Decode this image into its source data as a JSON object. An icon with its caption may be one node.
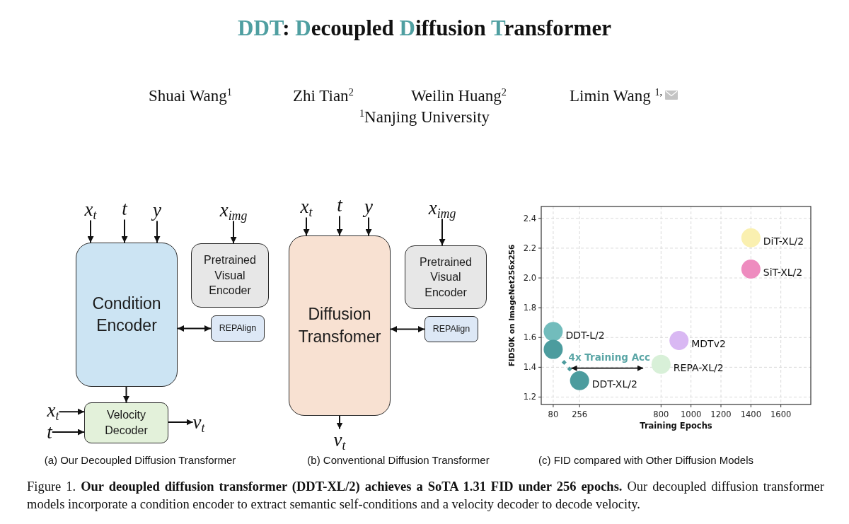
{
  "diagram": {
    "title": "DDT: Decoupled Diffusion Transformer",
    "caption": "Figure 1. **Our deoupled diffusion transformer (DDT-XL/2) achieves a SoTA 1.31 FID under 256 epochs.** Our decoupled diffusion transformer models incorporate a condition encoder to extract semantic self-conditions and a velocity decoder to decode velocity.",
    "nodes": [
      {
        "text": [
          "x$_{t}$"
        ]
      },
      {
        "text": [
          "t"
        ]
      },
      {
        "text": [
          "y"
        ]
      },
      {
        "text": [
          "x$_{img}$"
        ]
      },
      {
        "text": [
          "Condition Encoder"
        ]
      },
      {
        "text": [
          "Pretrained Visual Encoder"
        ]
      },
      {
        "text": [
          "REPAlign"
        ]
      },
      {
        "text": [
          "x$_{t}$"
        ]
      },
      {
        "text": [
          "t"
        ]
      },
      {
        "text": [
          "Velocity Decoder"
        ]
      },
      {
        "text": [
          "v$_{t}$"
        ]
      },
      {
        "text": [
          "x$_{t}$"
        ]
      },
      {
        "text": [
          "t"
        ]
      },
      {
        "text": [
          "y"
        ]
      },
      {
        "text": [
          "x$_{img}$"
        ]
      },
      {
        "text": [
          "Diffusion Transfomer"
        ]
      },
      {
        "text": [
          "Pretrained Visual Encoder"
        ]
      },
      {
        "text": [
          "REPAlign"
        ]
      },
      {
        "text": [
          "v$_{t}$"
        ]
      }
    ],
    "edges": [
      {
        "from": 0,
        "to": 4,
        "arrow": "to"
      },
      {
        "from": 1,
        "to": 4,
        "arrow": "to"
      },
      {
        "from": 2,
        "to": 4,
        "arrow": "to"
      },
      {
        "from": 3,
        "to": 5,
        "arrow": "to"
      },
      {
        "from": 4,
        "to": 6,
        "arrow": "both"
      },
      {
        "from": 4,
        "to": 9,
        "arrow": "to"
      },
      {
        "from": 7,
        "to": 9,
        "arrow": "to"
      },
      {
        "from": 8,
        "to": 9,
        "arrow": "to"
      },
      {
        "from": 9,
        "to": 10,
        "arrow": "to"
      },
      {
        "from": 11,
        "to": 15,
        "arrow": "to"
      },
      {
        "from": 12,
        "to": 15,
        "arrow": "to"
      },
      {
        "from": 13,
        "to": 15,
        "arrow": "to"
      },
      {
        "from": 14,
        "to": 16,
        "arrow": "to"
      },
      {
        "from": 15,
        "to": 17,
        "arrow": "both"
      },
      {
        "from": 15,
        "to": 18,
        "arrow": "to"
      }
    ],
    "labels": [
      "Shuai Wang$^{1}$",
      "Zhi Tian$^{2}$",
      "Weilin Huang$^{2}$",
      "Limin Wang $^{1,}$",
      "$^{1}$Nanjing University",
      "(a) Our Decoupled Diffusion Transformer",
      "(b) Conventional Diffusion Transformer",
      "(c) FID compared with Other Diffusion Models"
    ],
    "chart_data": {
      "type": "scatter",
      "xlabel": "Training Epochs",
      "ylabel": "FID50K on ImageNet256x256",
      "xlim": [
        0,
        1800
      ],
      "ylim": [
        1.15,
        2.48
      ],
      "xticks": [
        80,
        256,
        800,
        1000,
        1200,
        1400,
        1600
      ],
      "yticks": [
        1.2,
        1.4,
        1.6,
        1.8,
        {
          "value": 2,
          "label": "2.0"
        },
        2.2,
        2.4
      ],
      "grid": true,
      "series": [
        {
          "name": "DiT-XL/2",
          "color": "#faf0b0",
          "x": [
            1400
          ],
          "values": [
            2.27
          ]
        },
        {
          "name": "SiT-XL/2",
          "color": "#ee8cbf",
          "x": [
            1400
          ],
          "values": [
            2.06
          ]
        },
        {
          "name": "MDTv2",
          "color": "#d9b8f3",
          "x": [
            920
          ],
          "values": [
            1.58
          ]
        },
        {
          "name": "REPA-XL/2",
          "color": "#d8f0d8",
          "x": [
            800
          ],
          "values": [
            1.42
          ]
        },
        {
          "name": "DDT-L/2",
          "color": "#72bcbc",
          "x": [
            80
          ],
          "values": [
            1.64
          ]
        },
        {
          "name": "DDT-XL/2",
          "color": "#4c9c9e",
          "x": [
            80,
            256
          ],
          "values": [
            1.52,
            1.31
          ]
        }
      ],
      "annotations": [
        "4x Training Acc"
      ]
    }
  }
}
